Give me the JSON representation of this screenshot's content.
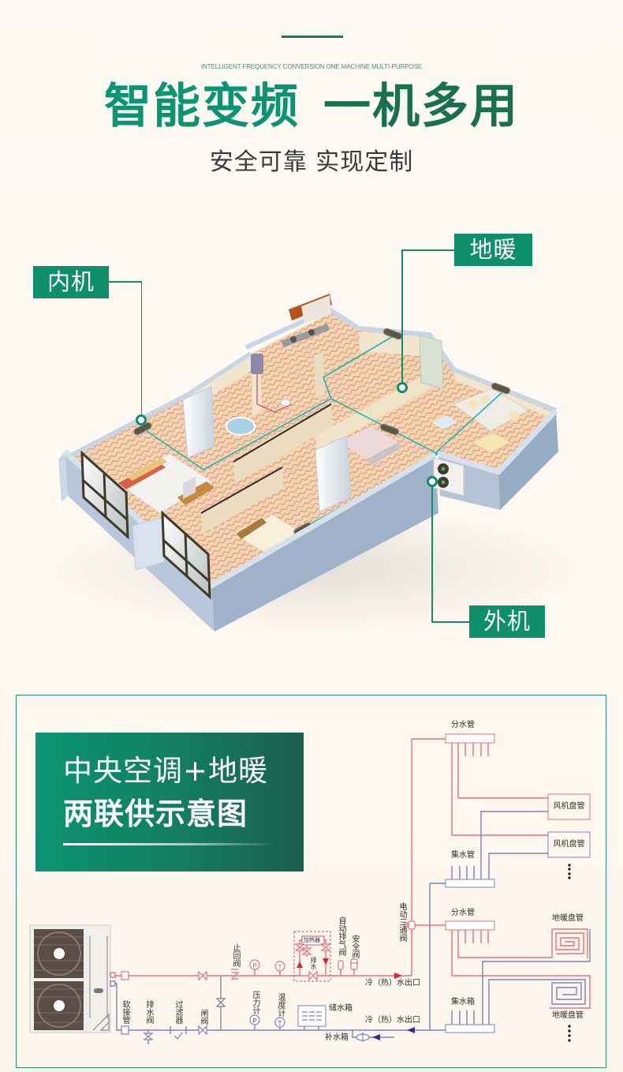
{
  "header": {
    "english_tagline": "INTELLIGENT FREQUENCY CONVERSION ONE MACHINE MULTI-PURPOSE",
    "title_left": "智能变频",
    "title_right": "一机多用",
    "subtitle": "安全可靠 实现定制"
  },
  "house_diagram": {
    "callouts": {
      "indoor_unit": "内机",
      "floor_heating": "地暖",
      "outdoor_unit": "外机"
    }
  },
  "schematic": {
    "panel_title_line1": "中央空调+地暖",
    "panel_title_line2": "两联供示意图",
    "labels": {
      "supply_manifold_top": "分水管",
      "fan_coil_1": "风机盘管",
      "fan_coil_2": "风机盘管",
      "return_manifold_top": "集水管",
      "supply_manifold_bottom": "分水管",
      "floor_coil_1": "地暖盘管",
      "floor_coil_2": "地暖盘管",
      "return_box_bottom": "集水箱",
      "three_way_valve": "电动三通阀",
      "check_valve": "止回阀",
      "pressure_gauge": "压力计",
      "thermometer": "温度计",
      "heater": "加热器",
      "drain": "排水",
      "auto_air_vent": "自动排气阀",
      "safety_valve": "安全阀",
      "outlet_top": "冷（热）水出口",
      "outlet_bottom": "冷（热）水出口",
      "storage_tank": "储水箱",
      "makeup_tank": "补水箱",
      "flex_joint": "软接管",
      "drain_valve": "排水阀",
      "filter": "过滤器",
      "gate_valve": "闸阀",
      "gauge_p": "P",
      "gauge_t": "T"
    }
  },
  "colors": {
    "brand_green": "#0d8f6a",
    "dark_green": "#1a6b4f",
    "supply_pipe_red": "#e8707a",
    "return_pipe_blue": "#7c80c2",
    "pipe_cyan": "#22b3bd",
    "background": "#fdf8f0"
  }
}
